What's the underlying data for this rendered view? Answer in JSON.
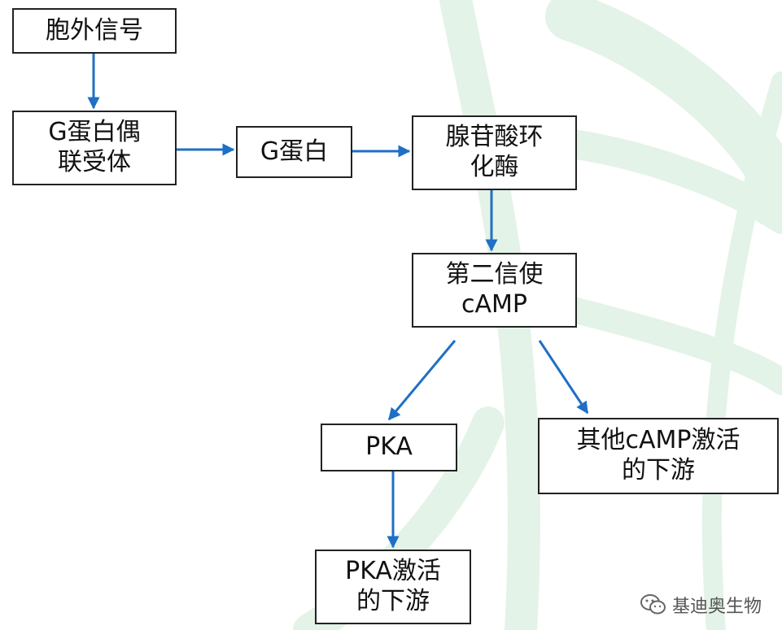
{
  "nodes": {
    "signal": "胞外信号",
    "gpcr": "G蛋白偶\n联受体",
    "gprotein": "G蛋白",
    "ac": "腺苷酸环\n化酶",
    "camp": "第二信使\ncAMP",
    "pka": "PKA",
    "other": "其他cAMP激活\n的下游",
    "pka_down": "PKA激活\n的下游"
  },
  "watermark": {
    "text": "基迪奥生物",
    "icon": "wechat-icon"
  },
  "colors": {
    "arrow": "#1f6fc5",
    "border": "#222222",
    "background_swirl": "#e3f3e7"
  }
}
